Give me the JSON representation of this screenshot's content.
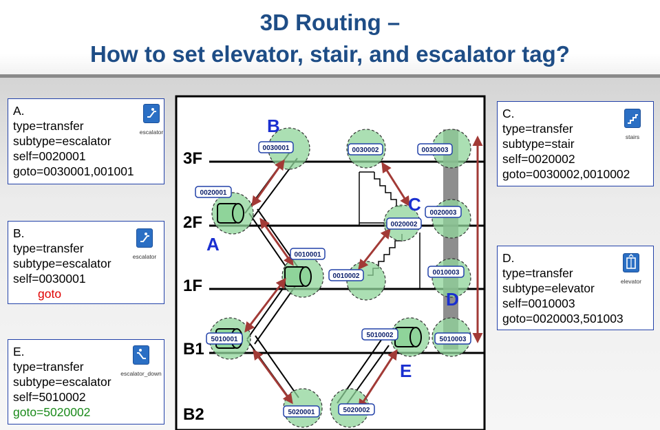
{
  "title": {
    "line1": "3D Routing –",
    "line2": "How to set elevator, stair, and escalator tag?"
  },
  "boxes": {
    "A": {
      "lines": [
        "A.",
        "type=transfer",
        "subtype=escalator",
        "self=0020001",
        "goto=0030001,001001"
      ],
      "icon": "escalator"
    },
    "B": {
      "lines": [
        "B.",
        "type=transfer",
        "subtype=escalator",
        "self=0030001"
      ],
      "goto": "goto",
      "icon": "escalator"
    },
    "E": {
      "lines": [
        "E.",
        "type=transfer",
        "subtype=escalator",
        "self=5010002"
      ],
      "goto": "goto=5020002",
      "icon": "escalator_down"
    },
    "C": {
      "lines": [
        "C.",
        "type=transfer",
        "subtype=stair",
        "self=0020002",
        "goto=0030002,0010002"
      ],
      "icon": "stairs"
    },
    "D": {
      "lines": [
        "D.",
        "type=transfer",
        "subtype=elevator",
        "self=0010003",
        "goto=0020003,501003"
      ],
      "icon": "elevator"
    }
  },
  "diagram": {
    "floors": [
      "3F",
      "2F",
      "1F",
      "B1",
      "B2"
    ],
    "letters": {
      "A": "A",
      "B": "B",
      "C": "C",
      "D": "D",
      "E": "E"
    },
    "nodes": {
      "n0030001": "0030001",
      "n0030002": "0030002",
      "n0030003": "0030003",
      "n0020001": "0020001",
      "n0020002": "0020002",
      "n0020003": "0020003",
      "n0010001": "0010001",
      "n0010002": "0010002",
      "n0010003": "0010003",
      "n5010001": "5010001",
      "n5010002": "5010002",
      "n5010003": "5010003",
      "n5020001": "5020001",
      "n5020002": "5020002"
    }
  },
  "colors": {
    "title": "#1e4d86",
    "box_border": "#2140a8",
    "node_fill": "#8fd49a",
    "arrow": "#a23a36",
    "letter": "#1a2fd0",
    "elevator_shaft": "#7a7a7a"
  }
}
